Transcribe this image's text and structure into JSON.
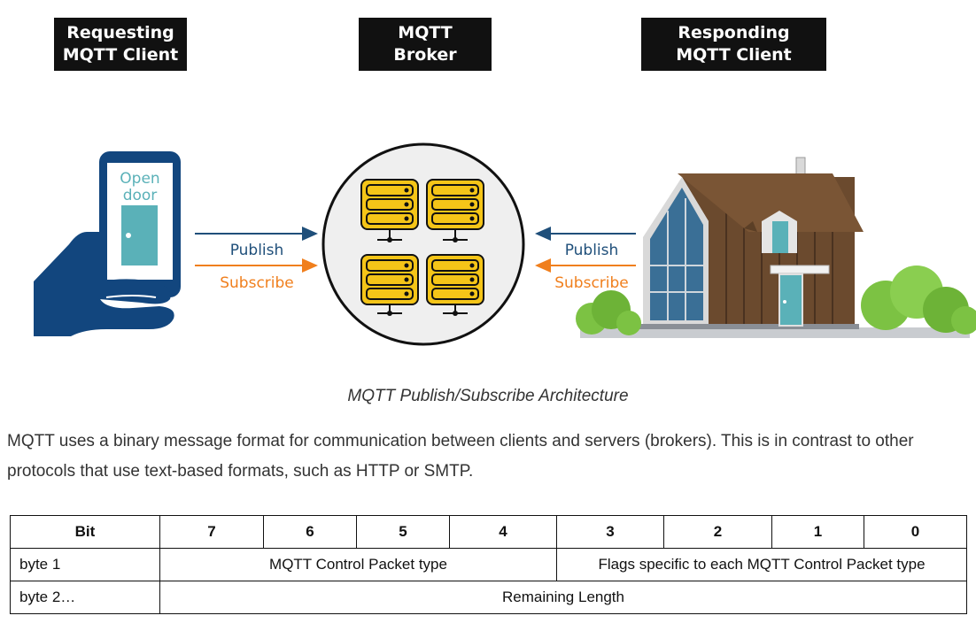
{
  "labels": {
    "requesting": [
      "Requesting",
      "MQTT Client"
    ],
    "broker": [
      "MQTT",
      "Broker"
    ],
    "responding": [
      "Responding",
      "MQTT Client"
    ]
  },
  "phone": {
    "screen_text": [
      "Open",
      "door"
    ]
  },
  "arrows": {
    "left_publish": "Publish",
    "left_subscribe": "Subscribe",
    "right_publish": "Publish",
    "right_subscribe": "Subscribe"
  },
  "colors": {
    "publish": "#1f4f7a",
    "subscribe": "#f07f1d",
    "phone_blue": "#12467e",
    "server_yellow": "#f5c518",
    "door_teal": "#5ab1b8"
  },
  "caption": "MQTT Publish/Subscribe Architecture",
  "paragraph": "MQTT uses a binary message format for communication between clients and servers (brokers). This is in contrast to other protocols that use text-based formats, such as HTTP or SMTP.",
  "table": {
    "header": [
      "Bit",
      "7",
      "6",
      "5",
      "4",
      "3",
      "2",
      "1",
      "0"
    ],
    "row1": {
      "label": "byte 1",
      "high": "MQTT Control Packet type",
      "low": "Flags specific to each MQTT Control Packet type"
    },
    "row2": {
      "label": "byte 2…",
      "value": "Remaining Length"
    }
  }
}
